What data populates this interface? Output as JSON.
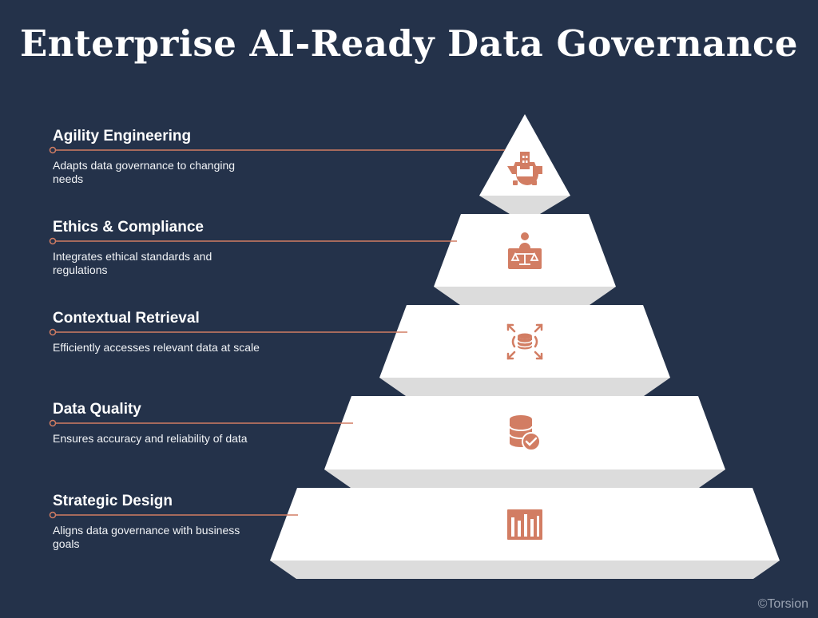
{
  "title": "Enterprise AI-Ready Data Governance",
  "levels": [
    {
      "title": "Agility Engineering",
      "description": "Adapts data governance to changing needs",
      "icon": "gear-building-icon"
    },
    {
      "title": "Ethics & Compliance",
      "description": "Integrates ethical standards and regulations",
      "icon": "person-scales-icon"
    },
    {
      "title": "Contextual Retrieval",
      "description": "Efficiently accesses relevant data at scale",
      "icon": "database-expand-icon"
    },
    {
      "title": "Data Quality",
      "description": "Ensures accuracy and reliability of data",
      "icon": "database-check-icon"
    },
    {
      "title": "Strategic Design",
      "description": "Aligns data governance with business goals",
      "icon": "blueprint-columns-icon"
    }
  ],
  "credit": "©Torsion",
  "colors": {
    "background": "#24324a",
    "accent": "#d27d63",
    "tier_top": "#ffffff",
    "tier_side": "#dcdcdc"
  }
}
